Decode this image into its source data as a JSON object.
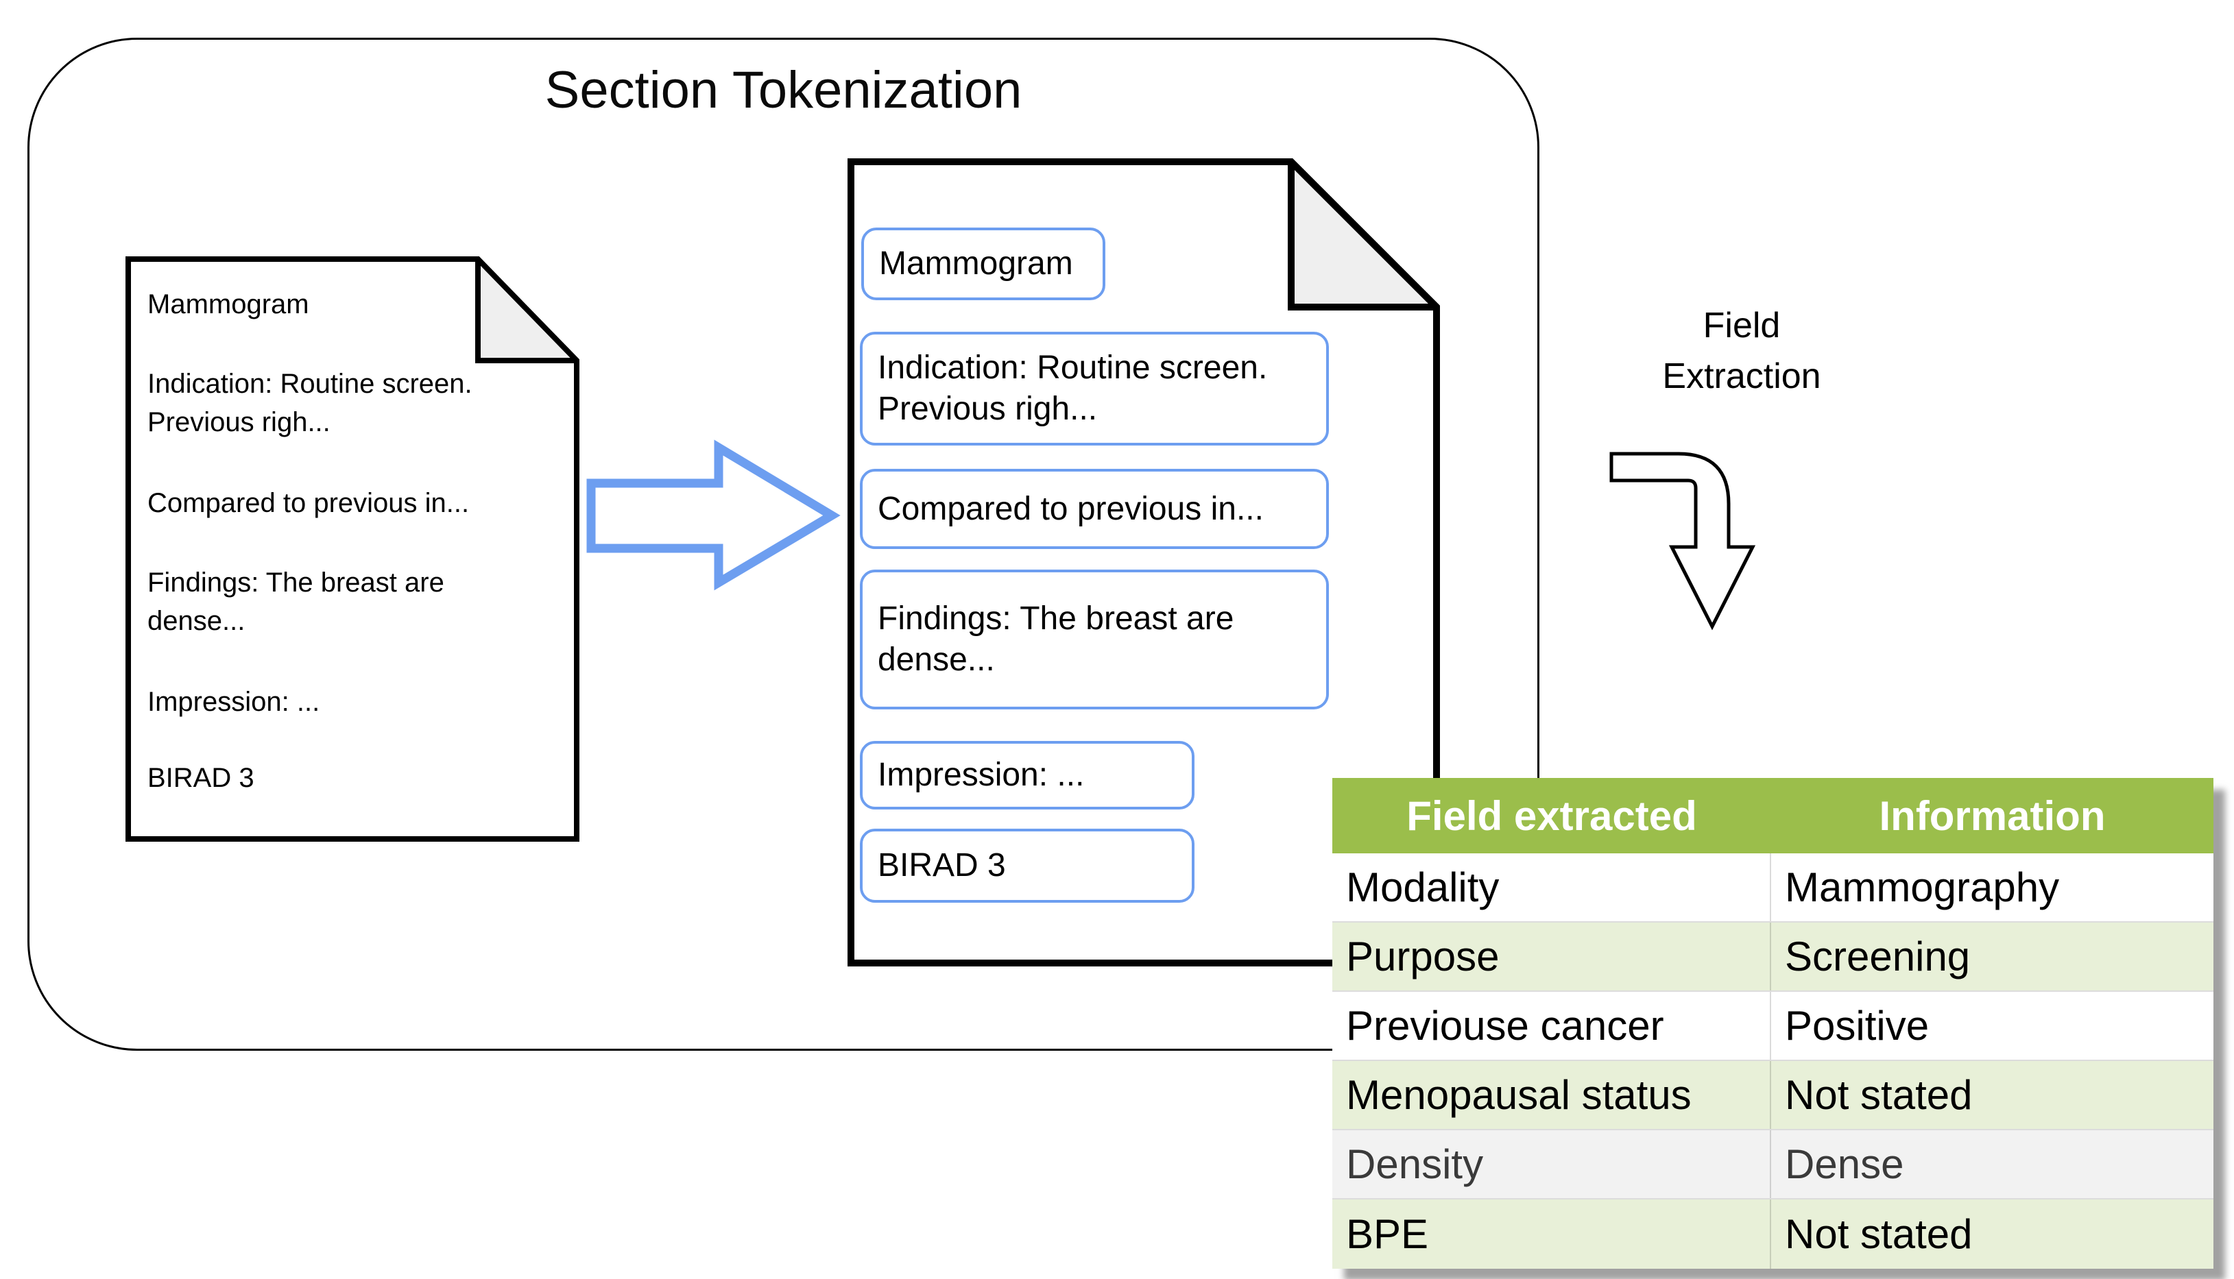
{
  "title": "Section Tokenization",
  "colors": {
    "accent_blue": "#6D9EF0",
    "table_header_green": "#9BBE4B",
    "table_row_green": "#E8F0D8",
    "table_row_gray": "#F2F2F2",
    "document_fold_gray": "#EFEFEF",
    "table_shadow_gray": "#8E8E8E"
  },
  "source_document": {
    "paragraphs": [
      "Mammogram",
      "Indication: Routine screen. Previous righ...",
      "Compared to previous in...",
      "Findings: The breast are dense...",
      "Impression: ...",
      "BIRAD 3"
    ]
  },
  "tokenized_document": {
    "sections": [
      "Mammogram",
      "Indication: Routine screen. Previous righ...",
      "Compared to previous in...",
      "Findings: The breast are dense...",
      "Impression: ...",
      "BIRAD 3"
    ]
  },
  "field_extraction": {
    "label": "Field\nExtraction"
  },
  "table": {
    "headers": [
      "Field extracted",
      "Information"
    ],
    "rows": [
      {
        "field": "Modality",
        "info": "Mammography"
      },
      {
        "field": "Purpose",
        "info": "Screening"
      },
      {
        "field": "Previouse cancer",
        "info": "Positive"
      },
      {
        "field": "Menopausal status",
        "info": "Not stated"
      },
      {
        "field": "Density",
        "info": "Dense"
      },
      {
        "field": "BPE",
        "info": "Not stated"
      }
    ]
  }
}
